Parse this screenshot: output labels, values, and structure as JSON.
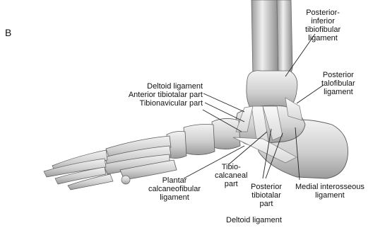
{
  "panel_letter": "B",
  "labels": {
    "posterior_inferior_tibiofibular": [
      "Posterior-",
      "inferior",
      "tibiofibular",
      "ligament"
    ],
    "posterior_talofibular": [
      "Posterior",
      "talofibular",
      "ligament"
    ],
    "deltoid_top": [
      "Deltoid ligament",
      "Anterior tibiotalar part",
      "Tibionavicular part"
    ],
    "tibiocalcaneal": [
      "Tibio-",
      "calcaneal",
      "part"
    ],
    "plantar_calcaneofibular": [
      "Plantar",
      "calcaneofibular",
      "ligament"
    ],
    "posterior_tibiotalar": [
      "Posterior",
      "tibiotalar",
      "part"
    ],
    "deltoid_bottom": "Deltoid ligament",
    "medial_interosseous": [
      "Medial interosseous",
      "ligament"
    ]
  }
}
